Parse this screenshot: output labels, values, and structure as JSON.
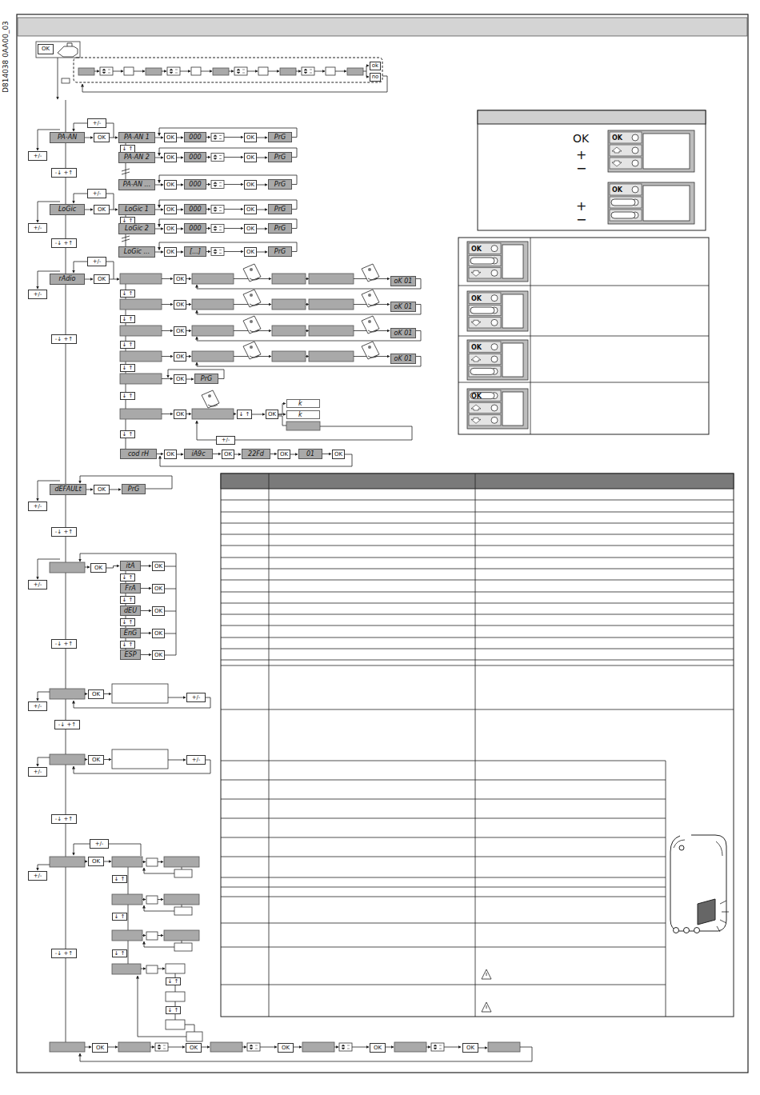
{
  "diagram": {
    "nodes": [
      {
        "text": [
          "OK"
        ]
      },
      {
        "text": [
          "ok"
        ]
      },
      {
        "text": [
          "no"
        ]
      },
      {
        "text": [
          "+/-"
        ]
      },
      {
        "text": [
          "PA-AN"
        ]
      },
      {
        "text": [
          "OK"
        ]
      },
      {
        "text": [
          "PA-AN 1"
        ]
      },
      {
        "text": [
          "OK"
        ]
      },
      {
        "text": [
          "000"
        ]
      },
      {
        "text": [
          "OK"
        ]
      },
      {
        "text": [
          "PrG"
        ]
      },
      {
        "text": [
          "↓ ↑"
        ]
      },
      {
        "text": [
          "PA-AN 2"
        ]
      },
      {
        "text": [
          "OK"
        ]
      },
      {
        "text": [
          "000"
        ]
      },
      {
        "text": [
          "OK"
        ]
      },
      {
        "text": [
          "PrG"
        ]
      },
      {
        "text": [
          "PA-AN ..."
        ]
      },
      {
        "text": [
          "OK"
        ]
      },
      {
        "text": [
          "000"
        ]
      },
      {
        "text": [
          "OK"
        ]
      },
      {
        "text": [
          "PrG"
        ]
      },
      {
        "text": [
          "+/-"
        ]
      },
      {
        "text": [
          "-↓ +↑"
        ]
      },
      {
        "text": [
          "+/-"
        ]
      },
      {
        "text": [
          "LoGic"
        ]
      },
      {
        "text": [
          "OK"
        ]
      },
      {
        "text": [
          "LoGic 1"
        ]
      },
      {
        "text": [
          "OK"
        ]
      },
      {
        "text": [
          "000"
        ]
      },
      {
        "text": [
          "OK"
        ]
      },
      {
        "text": [
          "PrG"
        ]
      },
      {
        "text": [
          "↓ ↑"
        ]
      },
      {
        "text": [
          "LoGic 2"
        ]
      },
      {
        "text": [
          "OK"
        ]
      },
      {
        "text": [
          "000"
        ]
      },
      {
        "text": [
          "OK"
        ]
      },
      {
        "text": [
          "PrG"
        ]
      },
      {
        "text": [
          "LoGic ..."
        ]
      },
      {
        "text": [
          "OK"
        ]
      },
      {
        "text": [
          "[...]"
        ]
      },
      {
        "text": [
          "OK"
        ]
      },
      {
        "text": [
          "PrG"
        ]
      },
      {
        "text": [
          "+/-"
        ]
      },
      {
        "text": [
          "-↓ +↑"
        ]
      },
      {
        "text": [
          "+/-"
        ]
      },
      {
        "text": [
          "rAdio"
        ]
      },
      {
        "text": [
          "OK"
        ]
      },
      {
        "text": [
          "OK"
        ]
      },
      {
        "text": [
          "oK 01"
        ]
      },
      {
        "text": [
          "↓ ↑"
        ]
      },
      {
        "text": [
          "OK"
        ]
      },
      {
        "text": [
          "oK 01"
        ]
      },
      {
        "text": [
          "↓ ↑"
        ]
      },
      {
        "text": [
          "OK"
        ]
      },
      {
        "text": [
          "oK 01"
        ]
      },
      {
        "text": [
          "↓ ↑"
        ]
      },
      {
        "text": [
          "OK"
        ]
      },
      {
        "text": [
          "oK 01"
        ]
      },
      {
        "text": [
          "↓ ↑"
        ]
      },
      {
        "text": [
          "OK"
        ]
      },
      {
        "text": [
          "PrG"
        ]
      },
      {
        "text": [
          "↓ ↑"
        ]
      },
      {
        "text": [
          "OK"
        ]
      },
      {
        "text": [
          "↓ ↑"
        ]
      },
      {
        "text": [
          "OK"
        ]
      },
      {
        "text": [
          "k"
        ]
      },
      {
        "text": [
          "k"
        ]
      },
      {
        "text": [
          "↓ ↑"
        ]
      },
      {
        "text": [
          "+/-"
        ]
      },
      {
        "text": [
          "cod rH"
        ]
      },
      {
        "text": [
          "OK"
        ]
      },
      {
        "text": [
          "iA9c"
        ]
      },
      {
        "text": [
          "OK"
        ]
      },
      {
        "text": [
          "22Fd"
        ]
      },
      {
        "text": [
          "OK"
        ]
      },
      {
        "text": [
          "01"
        ]
      },
      {
        "text": [
          "OK"
        ]
      },
      {
        "text": [
          "+/-"
        ]
      },
      {
        "text": [
          "-↓ +↑"
        ]
      },
      {
        "text": [
          "dEFAULt"
        ]
      },
      {
        "text": [
          "OK"
        ]
      },
      {
        "text": [
          "PrG"
        ]
      },
      {
        "text": [
          "+/-"
        ]
      },
      {
        "text": [
          "-↓ +↑"
        ]
      },
      {
        "text": [
          "OK"
        ]
      },
      {
        "text": [
          "itA"
        ]
      },
      {
        "text": [
          "OK"
        ]
      },
      {
        "text": [
          "↓ ↑"
        ]
      },
      {
        "text": [
          "FrA"
        ]
      },
      {
        "text": [
          "OK"
        ]
      },
      {
        "text": [
          "↓ ↑"
        ]
      },
      {
        "text": [
          "dEU"
        ]
      },
      {
        "text": [
          "OK"
        ]
      },
      {
        "text": [
          "↓ ↑"
        ]
      },
      {
        "text": [
          "EnG"
        ]
      },
      {
        "text": [
          "OK"
        ]
      },
      {
        "text": [
          "↓ ↑"
        ]
      },
      {
        "text": [
          "ESP"
        ]
      },
      {
        "text": [
          "OK"
        ]
      },
      {
        "text": [
          "+/-"
        ]
      },
      {
        "text": [
          "-↓ +↑"
        ]
      },
      {
        "text": [
          "OK"
        ]
      },
      {
        "text": [
          "+/-"
        ]
      },
      {
        "text": [
          "+/-"
        ]
      },
      {
        "text": [
          "-↓ +↑"
        ]
      },
      {
        "text": [
          "OK"
        ]
      },
      {
        "text": [
          "+/-"
        ]
      },
      {
        "text": [
          "+/-"
        ]
      },
      {
        "text": [
          "-↓ +↑"
        ]
      },
      {
        "text": [
          "+/-"
        ]
      },
      {
        "text": [
          "OK"
        ]
      },
      {
        "text": [
          "↓ ↑"
        ]
      },
      {
        "text": [
          "↓ ↑"
        ]
      },
      {
        "text": [
          "↓ ↑"
        ]
      },
      {
        "text": [
          "+/-"
        ]
      },
      {
        "text": [
          "-↓ +↑"
        ]
      },
      {
        "text": [
          "↓ ↑"
        ]
      },
      {
        "text": [
          "↓ ↑"
        ]
      },
      {
        "text": [
          "OK"
        ]
      },
      {
        "text": [
          "OK"
        ]
      },
      {
        "text": [
          "OK"
        ]
      },
      {
        "text": [
          "OK"
        ]
      },
      {
        "text": [
          "OK"
        ]
      }
    ],
    "edges": [
      {
        "from": 4,
        "to": 5,
        "arrow": "to"
      },
      {
        "from": 5,
        "to": 6,
        "arrow": "to"
      },
      {
        "from": 6,
        "to": 7,
        "arrow": "to"
      },
      {
        "from": 7,
        "to": 8,
        "arrow": "to"
      },
      {
        "from": 9,
        "to": 10,
        "arrow": "to"
      },
      {
        "from": 12,
        "to": 13,
        "arrow": "to"
      },
      {
        "from": 13,
        "to": 14,
        "arrow": "to"
      },
      {
        "from": 15,
        "to": 16,
        "arrow": "to"
      },
      {
        "from": 17,
        "to": 18,
        "arrow": "to"
      },
      {
        "from": 18,
        "to": 19,
        "arrow": "to"
      },
      {
        "from": 20,
        "to": 21,
        "arrow": "to"
      },
      {
        "from": 25,
        "to": 26,
        "arrow": "to"
      },
      {
        "from": 26,
        "to": 27,
        "arrow": "to"
      },
      {
        "from": 27,
        "to": 28,
        "arrow": "to"
      },
      {
        "from": 28,
        "to": 29,
        "arrow": "to"
      },
      {
        "from": 30,
        "to": 31,
        "arrow": "to"
      },
      {
        "from": 33,
        "to": 34,
        "arrow": "to"
      },
      {
        "from": 34,
        "to": 35,
        "arrow": "to"
      },
      {
        "from": 36,
        "to": 37,
        "arrow": "to"
      },
      {
        "from": 38,
        "to": 39,
        "arrow": "to"
      },
      {
        "from": 39,
        "to": 40,
        "arrow": "to"
      },
      {
        "from": 41,
        "to": 42,
        "arrow": "to"
      },
      {
        "from": 46,
        "to": 47,
        "arrow": "to"
      },
      {
        "from": 60,
        "to": 61,
        "arrow": "to"
      },
      {
        "from": 64,
        "to": 65,
        "arrow": "to"
      },
      {
        "from": 65,
        "to": 66,
        "arrow": "to"
      },
      {
        "from": 65,
        "to": 67,
        "arrow": "to"
      },
      {
        "from": 70,
        "to": 71,
        "arrow": "to"
      },
      {
        "from": 71,
        "to": 72,
        "arrow": "to"
      },
      {
        "from": 72,
        "to": 73,
        "arrow": "to"
      },
      {
        "from": 73,
        "to": 74,
        "arrow": "to"
      },
      {
        "from": 74,
        "to": 75,
        "arrow": "to"
      },
      {
        "from": 75,
        "to": 76,
        "arrow": "to"
      },
      {
        "from": 76,
        "to": 77,
        "arrow": "to"
      },
      {
        "from": 80,
        "to": 81,
        "arrow": "to"
      },
      {
        "from": 81,
        "to": 82,
        "arrow": "to"
      },
      {
        "from": 85,
        "to": 86,
        "arrow": "to"
      },
      {
        "from": 86,
        "to": 87,
        "arrow": "to"
      },
      {
        "from": 89,
        "to": 90,
        "arrow": "to"
      },
      {
        "from": 92,
        "to": 93,
        "arrow": "to"
      },
      {
        "from": 95,
        "to": 96,
        "arrow": "to"
      },
      {
        "from": 98,
        "to": 99,
        "arrow": "to"
      }
    ],
    "labels": [
      "D814038 0AA00_03",
      "OK",
      "+",
      "−",
      "+",
      "−",
      "OK",
      "OK",
      "OK",
      "OK",
      "OK",
      "OK"
    ]
  }
}
